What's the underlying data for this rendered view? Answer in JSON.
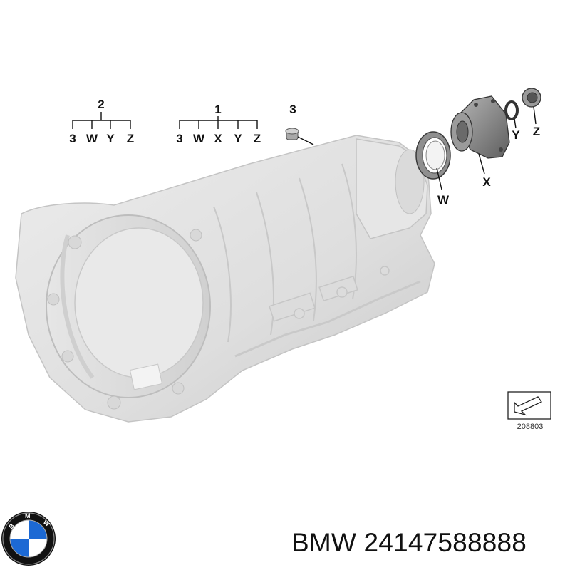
{
  "callouts": {
    "group2": {
      "number": "2",
      "items": [
        "3",
        "W",
        "Y",
        "Z"
      ]
    },
    "group1": {
      "number": "1",
      "items": [
        "3",
        "W",
        "X",
        "Y",
        "Z"
      ]
    },
    "part3": "3",
    "partW": "W",
    "partX": "X",
    "partY": "Y",
    "partZ": "Z"
  },
  "reference_number": "208803",
  "caption": {
    "brand": "BMW",
    "part_number": "24147588888"
  },
  "logo": {
    "brand_text": "BMW",
    "colors": {
      "blue": "#1c69d4",
      "white": "#ffffff",
      "ring": "#111111"
    }
  },
  "colors": {
    "body": "#e3e3e3",
    "body_shade": "#cfcfcf",
    "part_metal": "#8e8e8e"
  }
}
